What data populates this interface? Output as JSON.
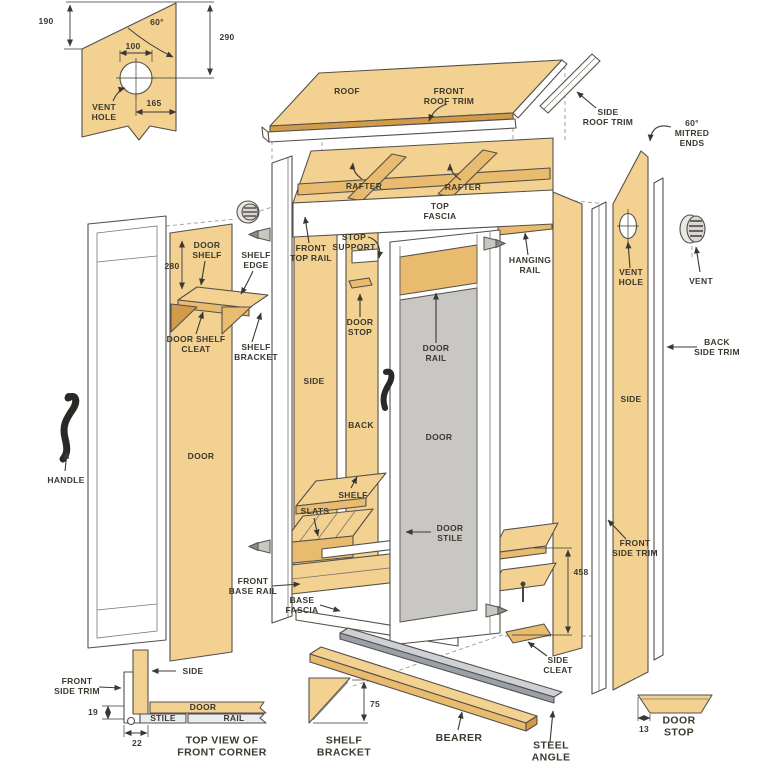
{
  "diagram": {
    "title": "Cupboard exploded assembly diagram",
    "parts": {
      "roof": "ROOF",
      "front_roof_trim": "FRONT\nROOF TRIM",
      "side_roof_trim": "SIDE\nROOF TRIM",
      "mitred_ends": "60°\nMITRED\nENDS",
      "rafter_1": "RAFTER",
      "rafter_2": "RAFTER",
      "top_fascia": "TOP\nFASCIA",
      "front_top_rail": "FRONT\nTOP RAIL",
      "stop_support": "STOP\nSUPPORT",
      "door_stop_center": "DOOR\nSTOP",
      "hanging_rail": "HANGING\nRAIL",
      "vent_hole_left": "VENT\nHOLE",
      "vent_hole_right": "VENT\nHOLE",
      "vent": "VENT",
      "back_side_trim": "BACK\nSIDE TRIM",
      "side_left": "SIDE",
      "side_right": "SIDE",
      "back": "BACK",
      "door_center": "DOOR",
      "door_left": "DOOR",
      "door_rail": "DOOR\nRAIL",
      "door_stile": "DOOR\nSTILE",
      "handle": "HANDLE",
      "door_shelf": "DOOR\nSHELF",
      "shelf_edge": "SHELF\nEDGE",
      "door_shelf_cleat": "DOOR SHELF\nCLEAT",
      "shelf_bracket_mid": "SHELF\nBRACKET",
      "shelf": "SHELF",
      "slats": "SLATS",
      "front_base_rail": "FRONT\nBASE RAIL",
      "base_fascia": "BASE\nFASCIA",
      "front_side_trim_right": "FRONT\nSIDE TRIM",
      "side_cleat": "SIDE\nCLEAT",
      "front_side_trim_corner": "FRONT\nSIDE TRIM",
      "side_corner": "SIDE",
      "door_bar": "DOOR",
      "stile_bar": "STILE",
      "rail_bar": "RAIL",
      "top_view_caption": "TOP VIEW OF\nFRONT CORNER",
      "shelf_bracket_detail": "SHELF\nBRACKET",
      "bearer": "BEARER",
      "steel_angle": "STEEL\nANGLE",
      "door_stop_detail": "DOOR\nSTOP"
    },
    "dimensions": {
      "d190": "190",
      "d60": "60°",
      "d290": "290",
      "d100": "100",
      "d165": "165",
      "d280": "280",
      "d458": "458",
      "d19": "19",
      "d22": "22",
      "d75": "75",
      "d13": "13"
    },
    "colors": {
      "wood_light": "#f3d191",
      "wood_medium": "#e8bb6e",
      "wood_dark": "#d29b49",
      "outline": "#55504a",
      "panel_gray": "#c8c7c4",
      "trim_white": "#ffffff",
      "steel_gray": "#cdd1d6"
    }
  }
}
